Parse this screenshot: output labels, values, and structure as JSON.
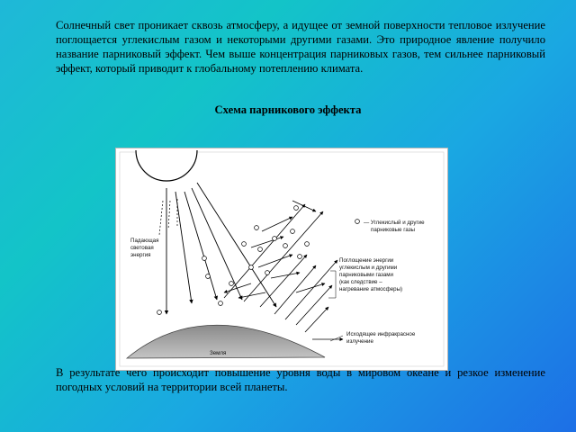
{
  "intro_text": "Солнечный свет проникает сквозь атмосферу, а идущее от земной поверхности тепловое излучение поглощается углекислым газом и некоторыми другими газами. Это природное явление получило название парниковый эффект. Чем выше концентрация парниковых газов, тем сильнее парниковый эффект, который приводит к глобальному потеплению климата.",
  "diagram": {
    "title": "Схема парникового эффекта",
    "earth_label": "Земля",
    "incoming_label": [
      "Падающая",
      "световая",
      "энергия"
    ],
    "legend_gases": [
      "— Углекислый и другие",
      "парниковые газы"
    ],
    "absorption_label": [
      "Поглощение энергии",
      "углекислым и другими",
      "парниковыми газами",
      "(как следствие –",
      "нагревание атмосферы)"
    ],
    "outgoing_label": [
      "Исходящее инфракрасное",
      "излучение"
    ]
  },
  "outro_text": "В результате чего происходит повышение уровня воды в мировом океане и резкое изменение погодных условий на территории всей планеты."
}
